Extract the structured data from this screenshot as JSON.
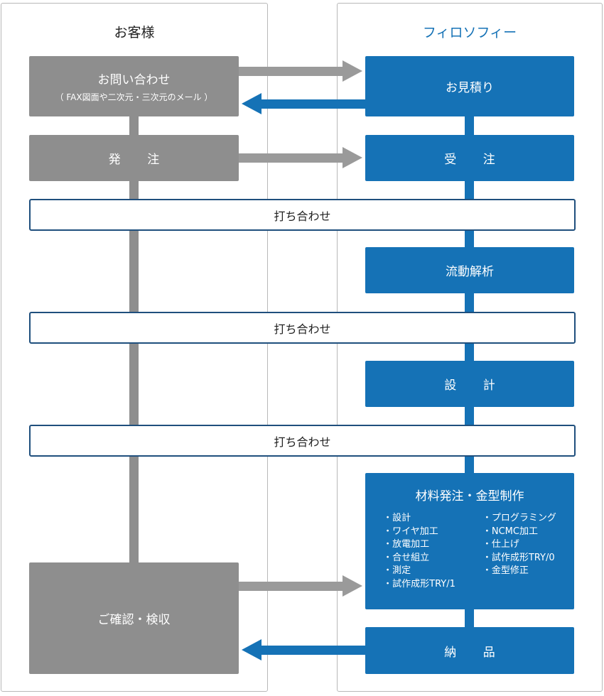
{
  "colors": {
    "gray": "#8e8e8e",
    "blue": "#1572b6",
    "border": "#1f4f7d"
  },
  "customer": {
    "title": "お客様",
    "inquiry": {
      "label": "お問い合わせ",
      "sub": "（ FAX図面や二次元・三次元のメール ）"
    },
    "order": "発 注",
    "confirm": "ご確認・検収"
  },
  "company": {
    "title": "フィロソフィー",
    "estimate": "お見積り",
    "receive": "受 注",
    "analysis": "流動解析",
    "design": "設 計",
    "manufacture": {
      "title": "材料発注・金型制作",
      "left": [
        "・設計",
        "・ワイヤ加工",
        "・放電加工",
        "・合せ組立",
        "・測定",
        "・試作成形TRY/1"
      ],
      "right": [
        "・プログラミング",
        "・NCMC加工",
        "・仕上げ",
        "・試作成形TRY/0",
        "・金型修正"
      ]
    },
    "delivery": "納 品"
  },
  "meetings": [
    "打ち合わせ",
    "打ち合わせ",
    "打ち合わせ"
  ]
}
